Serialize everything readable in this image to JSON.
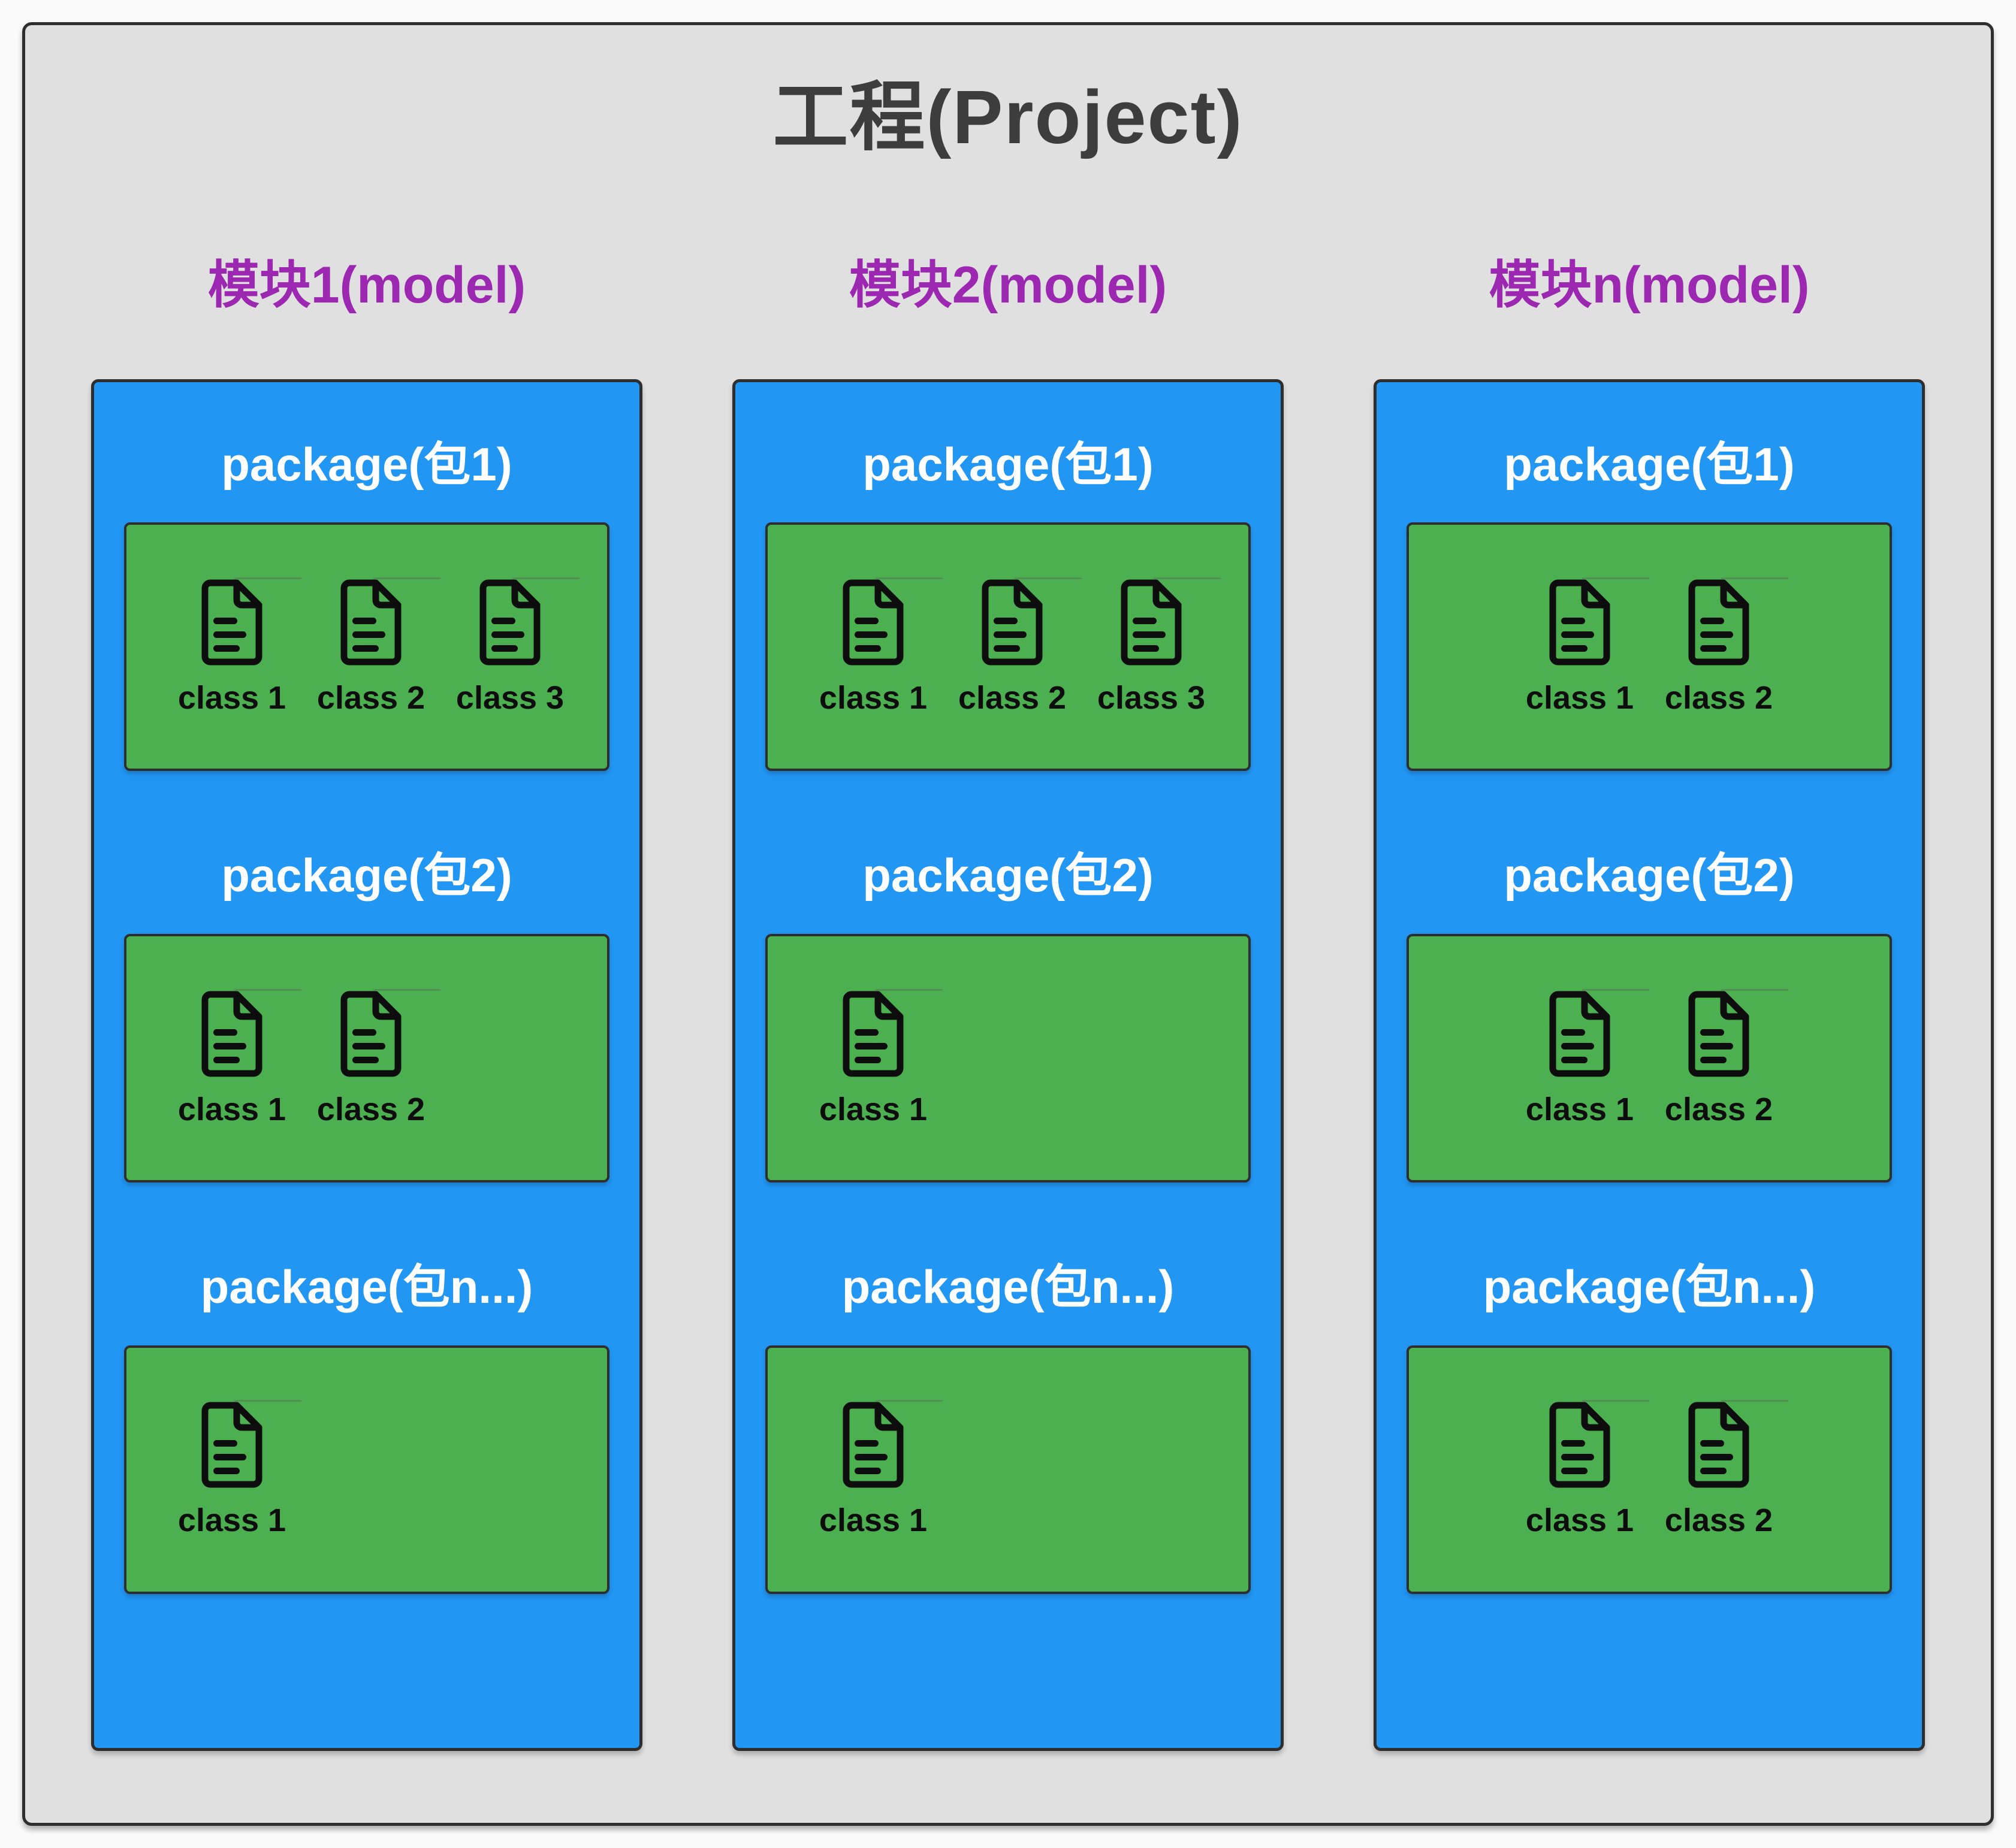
{
  "page": {
    "title": "工程(Project)"
  },
  "colors": {
    "page_bg": "#FAFAFA",
    "canvas_bg": "#E0E0E0",
    "border": "#2E2E2E",
    "project_title": "#3D3D3D",
    "module_title": "#9C27B0",
    "module_box": "#2196F3",
    "package_box": "#4CAF50",
    "package_title_text": "#FFFFFF",
    "class_label_text": "#0D0D0D"
  },
  "icons": {
    "class_file": "document-icon"
  },
  "modules": [
    {
      "title": "模块1(model)",
      "packages": [
        {
          "title": "package(包1)",
          "align": "left",
          "classes": [
            "class 1",
            "class 2",
            "class 3"
          ]
        },
        {
          "title": "package(包2)",
          "align": "left",
          "classes": [
            "class 1",
            "class 2"
          ]
        },
        {
          "title": "package(包n...)",
          "align": "left",
          "classes": [
            "class 1"
          ]
        }
      ]
    },
    {
      "title": "模块2(model)",
      "packages": [
        {
          "title": "package(包1)",
          "align": "left",
          "classes": [
            "class 1",
            "class 2",
            "class 3"
          ]
        },
        {
          "title": "package(包2)",
          "align": "left",
          "classes": [
            "class 1"
          ]
        },
        {
          "title": "package(包n...)",
          "align": "left",
          "classes": [
            "class 1"
          ]
        }
      ]
    },
    {
      "title": "模块n(model)",
      "packages": [
        {
          "title": "package(包1)",
          "align": "center",
          "classes": [
            "class 1",
            "class 2"
          ]
        },
        {
          "title": "package(包2)",
          "align": "center",
          "classes": [
            "class 1",
            "class 2"
          ]
        },
        {
          "title": "package(包n...)",
          "align": "center",
          "classes": [
            "class 1",
            "class 2"
          ]
        }
      ]
    }
  ]
}
